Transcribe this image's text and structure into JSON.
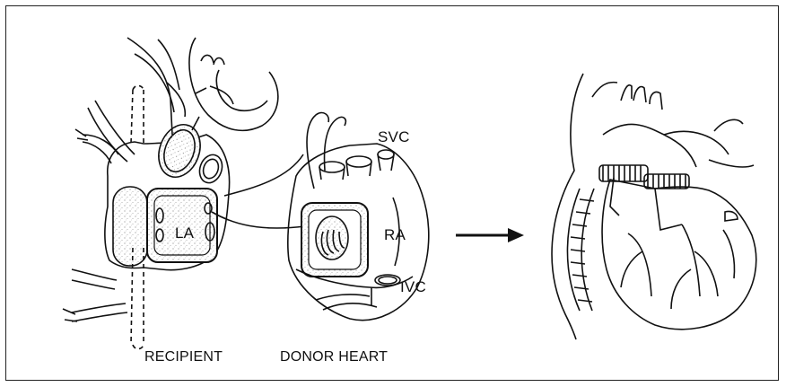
{
  "labels": {
    "left_atrium": "LA",
    "svc": "SVC",
    "right_atrium": "RA",
    "ivc": "IVC",
    "recipient": "RECIPIENT",
    "donor_heart": "DONOR HEART"
  },
  "colors": {
    "ink": "#111111",
    "stipple": "#9a9a9a",
    "background": "#ffffff"
  }
}
